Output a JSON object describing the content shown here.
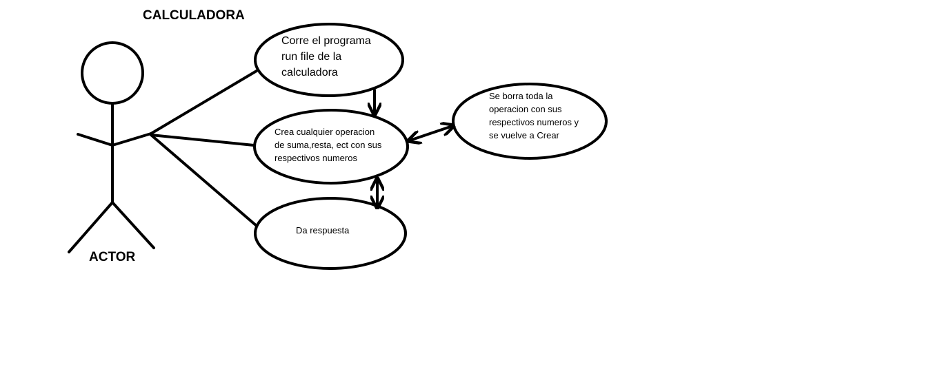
{
  "title": "CALCULADORA",
  "actor": {
    "label": "ACTOR"
  },
  "use_cases": [
    {
      "id": "run",
      "text": "Corre el programa\nrun file de la\ncalculadora"
    },
    {
      "id": "create",
      "text": "Crea  cualquier operacion\nde suma,resta, ect con sus\nrespectivos numeros"
    },
    {
      "id": "answer",
      "text": "Da respuesta"
    },
    {
      "id": "clear",
      "text": "Se borra toda la\noperacion con sus\nrespectivos numeros y\nse vuelve a Crear"
    }
  ],
  "colors": {
    "stroke": "#000000",
    "background": "#ffffff"
  }
}
